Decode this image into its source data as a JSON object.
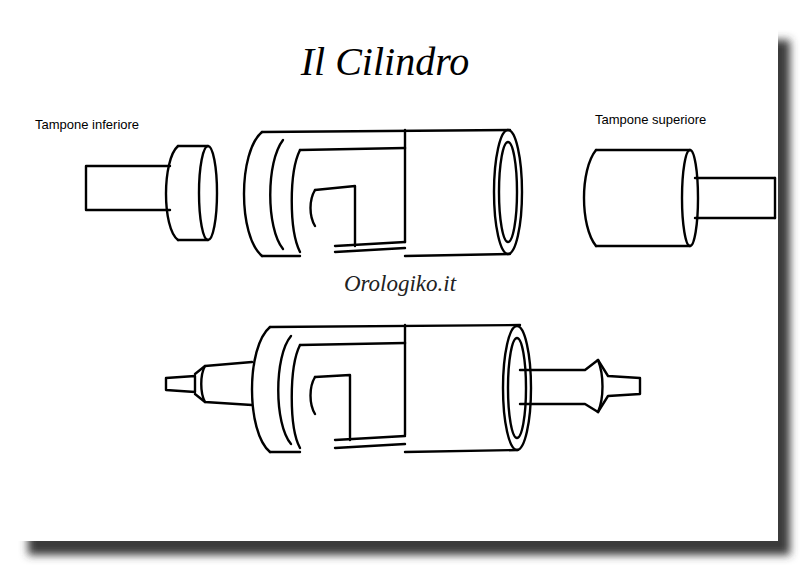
{
  "diagram": {
    "title": "Il Cilindro",
    "labels": [
      "Tampone inferiore",
      "Tampone superiore",
      "Orologiko.it"
    ]
  }
}
